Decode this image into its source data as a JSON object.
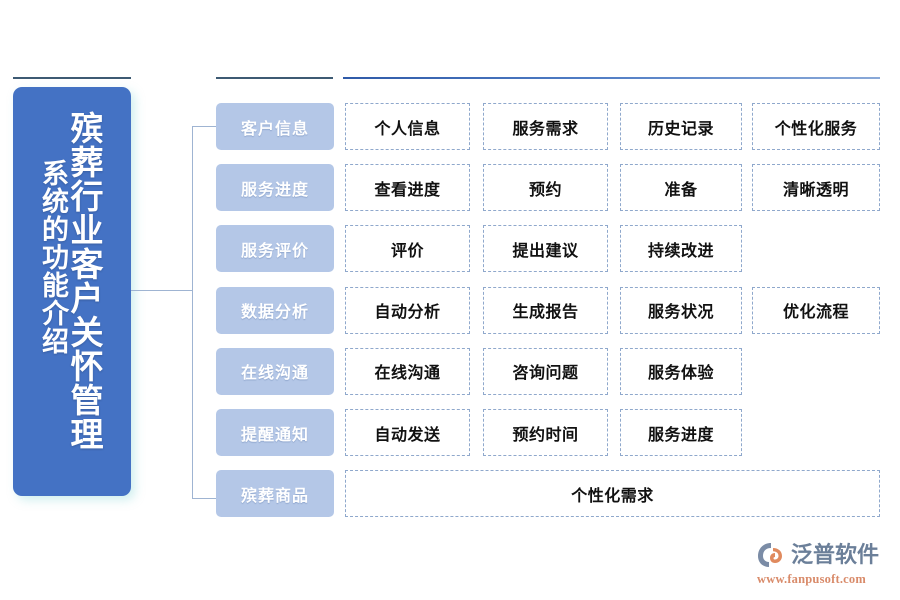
{
  "title_panel": {
    "main_text": "殡葬行业客户关怀管理",
    "sub_text": "系统的功能介绍",
    "color": "#4472C4"
  },
  "category_color": "#B4C7E7",
  "rows": [
    {
      "category": "客户信息",
      "cells": [
        "个人信息",
        "服务需求",
        "历史记录",
        "个性化服务"
      ]
    },
    {
      "category": "服务进度",
      "cells": [
        "查看进度",
        "预约",
        "准备",
        "清晰透明"
      ]
    },
    {
      "category": "服务评价",
      "cells": [
        "评价",
        "提出建议",
        "持续改进"
      ]
    },
    {
      "category": "数据分析",
      "cells": [
        "自动分析",
        "生成报告",
        "服务状况",
        "优化流程"
      ]
    },
    {
      "category": "在线沟通",
      "cells": [
        "在线沟通",
        "咨询问题",
        "服务体验"
      ]
    },
    {
      "category": "提醒通知",
      "cells": [
        "自动发送",
        "预约时间",
        "服务进度"
      ]
    },
    {
      "category": "殡葬商品",
      "cells": [
        "个性化需求"
      ],
      "full_width": true
    }
  ],
  "logo": {
    "name": "泛普软件",
    "url": "www.fanpusoft.com"
  }
}
